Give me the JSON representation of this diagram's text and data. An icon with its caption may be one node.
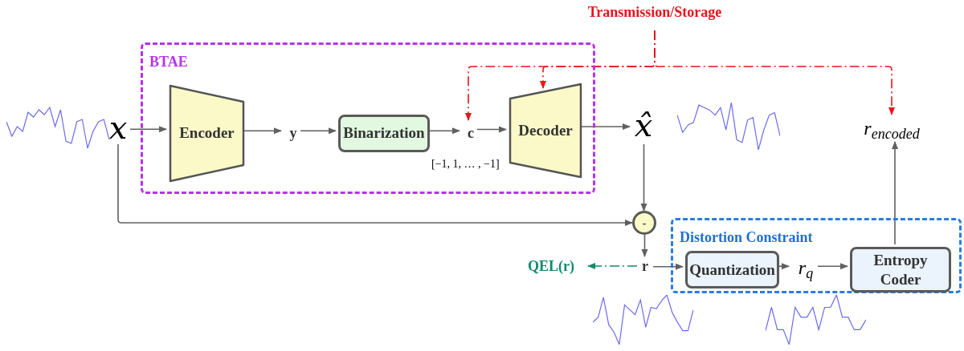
{
  "diagram": {
    "nodes": [
      {
        "text": [
          "BTAE"
        ]
      },
      {
        "text": [
          "Encoder"
        ],
        "in": 0
      },
      {
        "text": [
          "y"
        ],
        "in": 0
      },
      {
        "text": [
          "Binarization"
        ],
        "in": 0
      },
      {
        "text": [
          "c"
        ],
        "in": 0
      },
      {
        "text": [
          "Decoder"
        ],
        "in": 0
      },
      {
        "text": [
          "x"
        ]
      },
      {
        "text": [
          "x̂"
        ]
      },
      {
        "text": [
          "-"
        ]
      },
      {
        "text": [
          "r"
        ]
      },
      {
        "text": [
          "QEL(r)"
        ]
      },
      {
        "text": [
          "Distortion Constraint"
        ]
      },
      {
        "text": [
          "Quantization"
        ],
        "in": 11
      },
      {
        "text": [
          "r$_{q}$"
        ],
        "in": 11
      },
      {
        "text": [
          "Entropy Coder"
        ],
        "in": 11
      },
      {
        "text": [
          "r$_{encoded}$"
        ]
      },
      {
        "text": [
          "Transmission/Storage"
        ]
      }
    ],
    "edges": [
      {
        "from": 6,
        "to": 1,
        "arrow": "to"
      },
      {
        "from": 1,
        "to": 2,
        "arrow": "to"
      },
      {
        "from": 2,
        "to": 3,
        "arrow": "to"
      },
      {
        "from": 3,
        "to": 4,
        "arrow": "to"
      },
      {
        "from": 4,
        "to": 5,
        "arrow": "to"
      },
      {
        "from": 5,
        "to": 7,
        "arrow": "to"
      },
      {
        "from": 7,
        "to": 8,
        "arrow": "to"
      },
      {
        "from": 6,
        "to": 8,
        "arrow": "to"
      },
      {
        "from": 8,
        "to": 9,
        "arrow": "to"
      },
      {
        "from": 9,
        "to": 10,
        "arrow": "to",
        "style": "dashed",
        "color": "#0e8a70"
      },
      {
        "from": 9,
        "to": 12,
        "arrow": "to"
      },
      {
        "from": 12,
        "to": 13,
        "arrow": "to"
      },
      {
        "from": 13,
        "to": 14,
        "arrow": "to"
      },
      {
        "from": 14,
        "to": 15,
        "arrow": "to"
      },
      {
        "from": 16,
        "to": 4,
        "arrow": "to",
        "style": "dashed",
        "color": "#e8141b"
      },
      {
        "from": 16,
        "to": 5,
        "arrow": "to",
        "style": "dashed",
        "color": "#e8141b"
      },
      {
        "from": 16,
        "to": 15,
        "arrow": "to",
        "style": "dashed",
        "color": "#e8141b"
      }
    ],
    "labels": [
      "[−1, 1, … , −1]"
    ]
  }
}
